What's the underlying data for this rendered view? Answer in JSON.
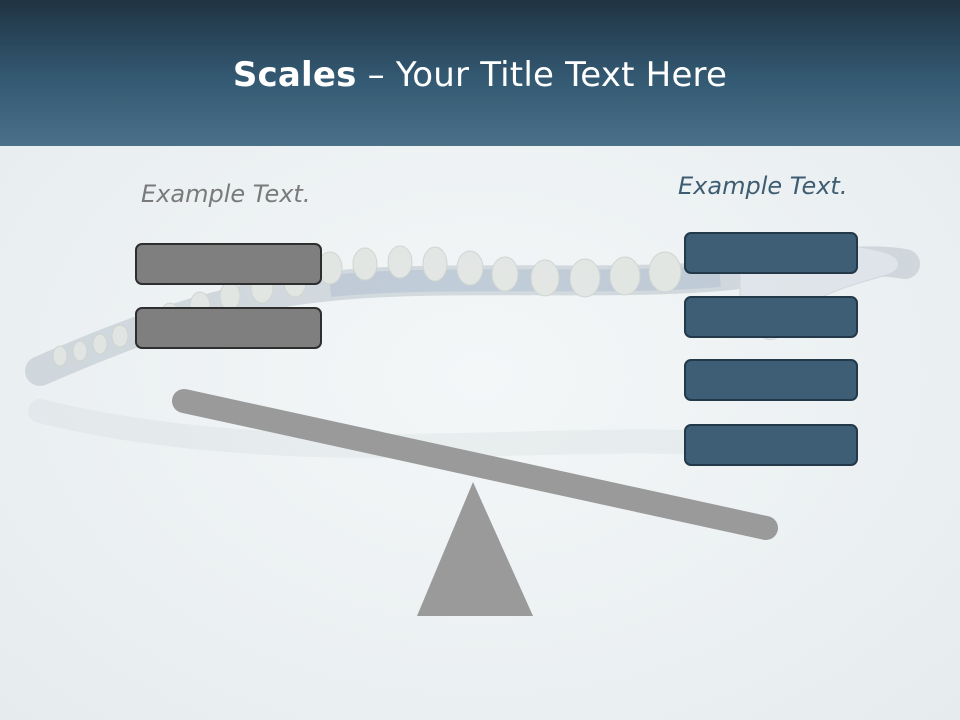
{
  "slide": {
    "title_bold": "Scales",
    "title_rest": " – Your Title Text Here",
    "left_caption": "Example Text.",
    "right_caption": "Example Text."
  },
  "left_boxes": [
    "",
    ""
  ],
  "right_boxes": [
    "",
    "",
    "",
    ""
  ],
  "colors": {
    "header_dark": "#1f3343",
    "header_light": "#4a7189",
    "gray_box": "#7f7f7f",
    "blue_box": "#3d5e75",
    "beam": "#9a9a9a"
  },
  "background_image": "spine-icon"
}
